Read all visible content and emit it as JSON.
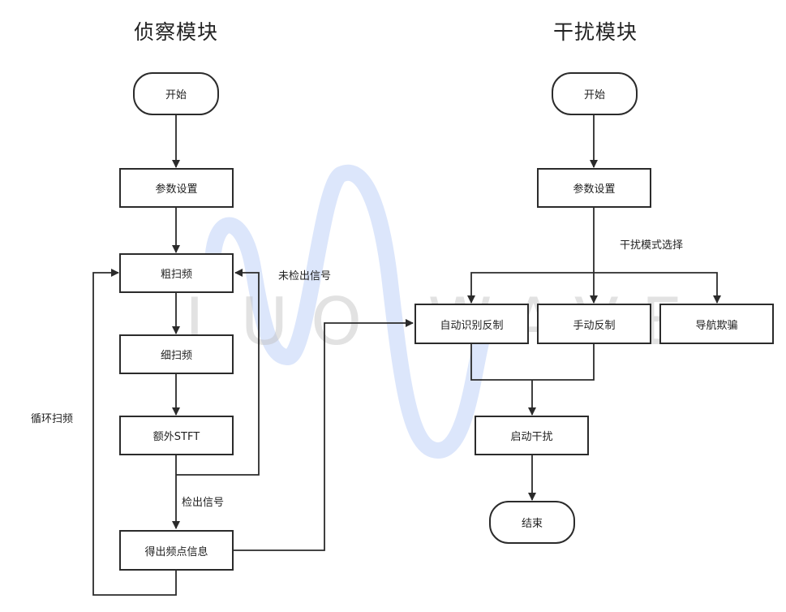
{
  "sections": {
    "recon": {
      "title": "侦察模块"
    },
    "jam": {
      "title": "干扰模块"
    }
  },
  "recon_nodes": {
    "start": "开始",
    "params": "参数设置",
    "coarse": "粗扫频",
    "fine": "细扫频",
    "stft": "额外STFT",
    "info": "得出频点信息"
  },
  "recon_labels": {
    "no_signal": "未检出信号",
    "signal_found": "检出信号",
    "loop_scan": "循环扫频"
  },
  "jam_nodes": {
    "start": "开始",
    "params": "参数设置",
    "auto": "自动识别反制",
    "manual": "手动反制",
    "nav": "导航欺骗",
    "launch": "启动干扰",
    "end": "结束"
  },
  "jam_labels": {
    "mode_select": "干扰模式选择"
  },
  "watermark": {
    "text": "LUO WAVE",
    "color": "#dce6fb"
  },
  "colors": {
    "line": "#2b2b2b",
    "border": "#2b2b2b"
  }
}
